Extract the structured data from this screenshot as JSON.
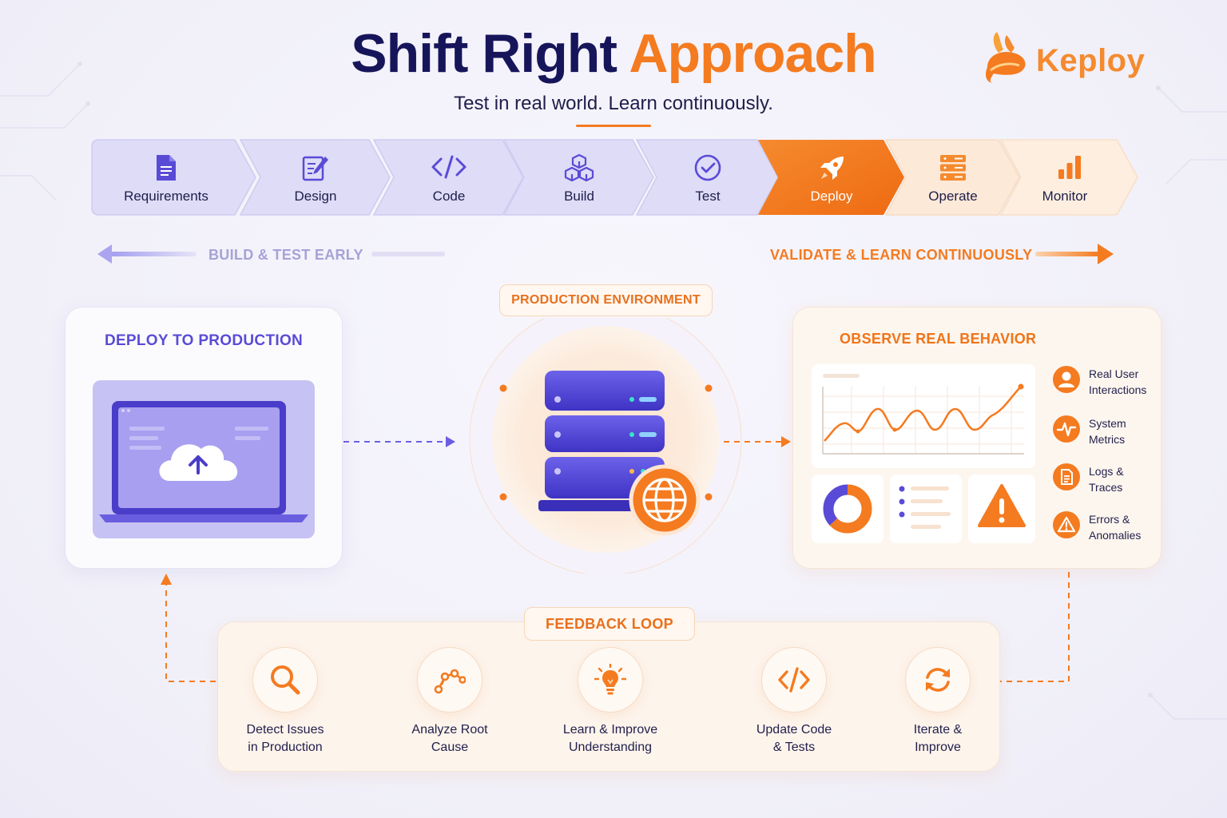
{
  "header": {
    "title_part1": "Shift Right",
    "title_part2": "Approach",
    "subtitle": "Test in real world. Learn continuously.",
    "logo_text": "Keploy",
    "logo_icon": "rabbit-icon"
  },
  "pipeline": {
    "stages": [
      {
        "label": "Requirements",
        "icon": "document-icon"
      },
      {
        "label": "Design",
        "icon": "pencil-edit-icon"
      },
      {
        "label": "Code",
        "icon": "code-icon"
      },
      {
        "label": "Build",
        "icon": "cubes-icon"
      },
      {
        "label": "Test",
        "icon": "check-circle-icon"
      },
      {
        "label": "Deploy",
        "icon": "rocket-icon"
      },
      {
        "label": "Operate",
        "icon": "server-icon"
      },
      {
        "label": "Monitor",
        "icon": "bar-chart-icon"
      }
    ],
    "active_stage": "Deploy",
    "left_direction": "BUILD & TEST EARLY",
    "right_direction": "VALIDATE & LEARN CONTINUOUSLY"
  },
  "deploy_card": {
    "title": "DEPLOY TO PRODUCTION",
    "icon": "laptop-cloud-upload-icon"
  },
  "production": {
    "label": "PRODUCTION ENVIRONMENT",
    "icon": "server-globe-icon"
  },
  "observe_card": {
    "title": "OBSERVE REAL BEHAVIOR",
    "items": [
      {
        "line1": "Real User",
        "line2": "Interactions",
        "icon": "user-icon"
      },
      {
        "line1": "System",
        "line2": "Metrics",
        "icon": "pulse-icon"
      },
      {
        "line1": "Logs &",
        "line2": "Traces",
        "icon": "file-icon"
      },
      {
        "line1": "Errors &",
        "line2": "Anomalies",
        "icon": "warning-icon"
      }
    ]
  },
  "feedback_loop": {
    "label": "FEEDBACK LOOP",
    "steps": [
      {
        "line1": "Detect Issues",
        "line2": "in Production",
        "icon": "search-icon"
      },
      {
        "line1": "Analyze Root",
        "line2": "Cause",
        "icon": "graph-nodes-icon"
      },
      {
        "line1": "Learn & Improve",
        "line2": "Understanding",
        "icon": "lightbulb-icon"
      },
      {
        "line1": "Update Code",
        "line2": "& Tests",
        "icon": "code-icon"
      },
      {
        "line1": "Iterate &",
        "line2": "Improve",
        "icon": "refresh-icon"
      }
    ]
  },
  "colors": {
    "navy": "#17155a",
    "orange": "#f47b20",
    "purple": "#5a4bd6",
    "lavender": "#dcdaf6"
  }
}
